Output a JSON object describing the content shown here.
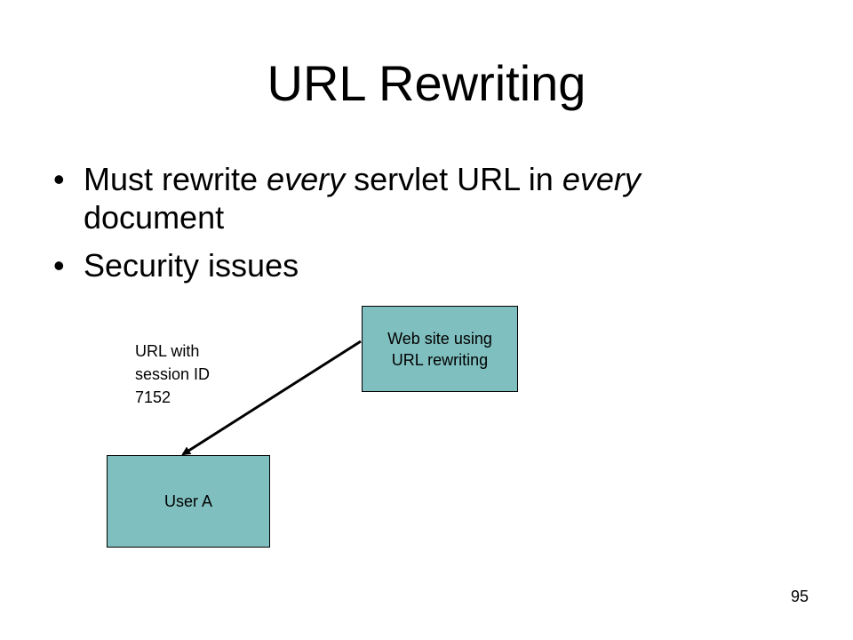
{
  "slide": {
    "title": "URL Rewriting",
    "bullets": [
      {
        "parts": [
          {
            "text": "Must rewrite ",
            "italic": false
          },
          {
            "text": "every",
            "italic": true
          },
          {
            "text": " servlet URL in ",
            "italic": false
          },
          {
            "text": "every",
            "italic": true
          },
          {
            "text": " document",
            "italic": false
          }
        ]
      },
      {
        "parts": [
          {
            "text": "Security issues",
            "italic": false
          }
        ]
      }
    ],
    "page_number": "95"
  },
  "diagram": {
    "web_site_box": {
      "label": "Web site using\nURL rewriting"
    },
    "user_box": {
      "label": "User A"
    },
    "arrow_label": "URL with\nsession ID\n7152",
    "colors": {
      "box_fill": "#80bfbf",
      "stroke": "#000000"
    }
  }
}
